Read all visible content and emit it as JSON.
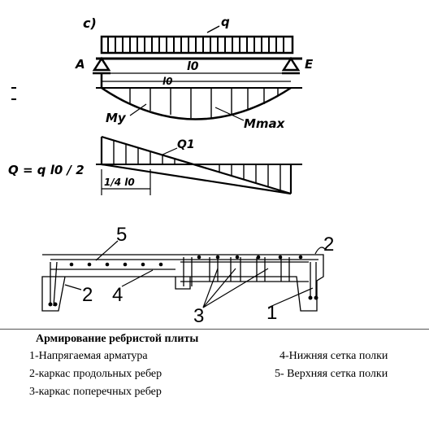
{
  "beam_diagram": {
    "label_panel": "c)",
    "label_load": "q",
    "label_support_left": "A",
    "label_span": "l0",
    "label_support_right": "E",
    "label_span_lower": "l0",
    "label_moment_left": "My",
    "label_moment_max": "Mmax",
    "label_shear": "Q = q l0 / 2",
    "label_shear_right": "Q1",
    "label_quarter": "1/4 l0"
  },
  "section_diagram": {
    "callouts": {
      "n5": "5",
      "n2_left": "2",
      "n4": "4",
      "n3": "3",
      "n1": "1",
      "n2_right": "2"
    }
  },
  "caption": {
    "title": "Армирование ребристой плиты",
    "items": [
      "1-Напрягаемая арматура",
      "2-каркас продольных ребер",
      "3-каркас поперечных ребер",
      "4-Нижняя сетка полки",
      "5- Верхняя сетка полки"
    ]
  },
  "colors": {
    "ink": "#000000",
    "background": "#ffffff"
  }
}
